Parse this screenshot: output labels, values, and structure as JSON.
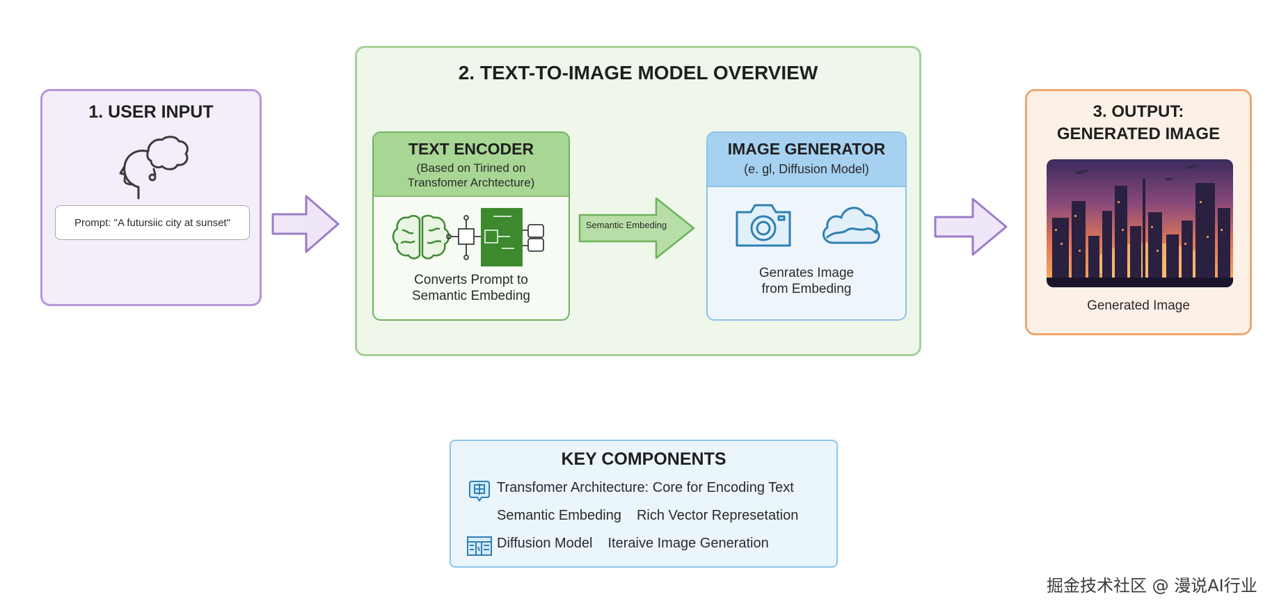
{
  "input_panel": {
    "title": "1. USER INPUT",
    "prompt": "Prompt: \"A futursiic city at sunset\"",
    "icon": "head-thought-icon"
  },
  "model_panel": {
    "title": "2. TEXT-TO-IMAGE MODEL OVERVIEW",
    "encoder": {
      "title": "TEXT ENCODER",
      "subtitle_line1": "(Based on Tirined on",
      "subtitle_line2": "Transfomer Archtecture)",
      "caption_line1": "Converts Prompt to",
      "caption_line2": "Semantic Embeding",
      "icons": [
        "brain-icon",
        "network-diagram-icon",
        "transformer-block-icon"
      ]
    },
    "embedding_arrow_label": "Semantic Embeding",
    "generator": {
      "title": "IMAGE GENERATOR",
      "subtitle": "(e. gl, Diffusion Model)",
      "caption_line1": "Genrates Image",
      "caption_line2": "from Embeding",
      "icons": [
        "camera-icon",
        "cloud-icon"
      ]
    }
  },
  "output_panel": {
    "title_line1": "3. OUTPUT:",
    "title_line2": "GENERATED IMAGE",
    "caption": "Generated Image",
    "image": "futuristic-city-sunset-image"
  },
  "key_components": {
    "title": "KEY COMPONENTS",
    "rows": [
      {
        "icon": "chip-icon",
        "term": "Transfomer Architecture: Core for Encoding Text",
        "desc": ""
      },
      {
        "icon": "",
        "term": "Semantic Embeding",
        "desc": "Rich Vector Represetation"
      },
      {
        "icon": "matrix-icon",
        "term": "Diffusion Model",
        "desc": "Iteraive Image Generation"
      }
    ]
  },
  "watermark": "掘金技术社区 @ 漫说AI行业",
  "colors": {
    "input_border": "#b597d8",
    "input_fill": "#f3eef9",
    "model_border": "#a5d196",
    "model_fill": "#eef7ea",
    "encoder_header": "#a8d694",
    "generator_header": "#a6d1f0",
    "output_border": "#f0a66e",
    "output_fill": "#fdf1e7",
    "key_border": "#8cc6ea",
    "arrow_purple": "#9b7bc9",
    "arrow_green": "#6db25a"
  }
}
